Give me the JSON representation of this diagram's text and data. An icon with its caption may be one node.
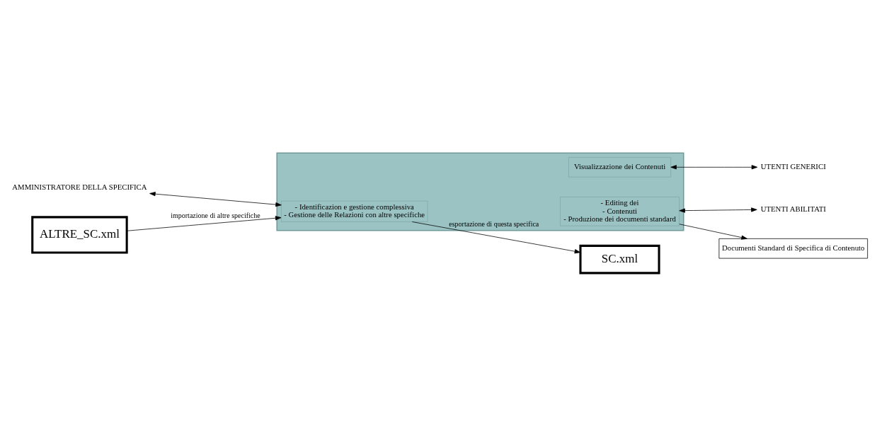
{
  "diagram": {
    "nodes": [
      {
        "text": [],
        "shape": "box"
      },
      {
        "text": [
          "- Identificazion e gestione complessiva",
          "- Gestione delle Relazioni con altre specifiche"
        ],
        "in": 0
      },
      {
        "text": [
          "Visualizzazione dei Contenuti"
        ],
        "in": 0
      },
      {
        "text": [
          "- Editing dei",
          "- Contenuti",
          "- Produzione dei documenti standard"
        ],
        "in": 0
      },
      {
        "text": [
          "AMMINISTRATORE DELLA SPECIFICA"
        ]
      },
      {
        "text": [
          "UTENTI GENERICI"
        ]
      },
      {
        "text": [
          "UTENTI ABILITATI"
        ]
      },
      {
        "text": [
          "Documenti Standard di Specifica di Contenuto"
        ]
      },
      {
        "text": [
          "ALTRE_SC.xml"
        ]
      },
      {
        "text": [
          "SC.xml"
        ]
      }
    ],
    "edges": [
      {
        "from": 4,
        "to": 1,
        "arrow": "both"
      },
      {
        "from": 2,
        "to": 5,
        "arrow": "both"
      },
      {
        "from": 3,
        "to": 6,
        "arrow": "both"
      },
      {
        "from": 8,
        "to": 1,
        "arrow": "to",
        "label": "importazione di altre specifiche"
      },
      {
        "from": 1,
        "to": 9,
        "arrow": "to",
        "label": "esportazione di questa specifica"
      },
      {
        "from": 3,
        "to": 7,
        "arrow": "to"
      }
    ]
  }
}
